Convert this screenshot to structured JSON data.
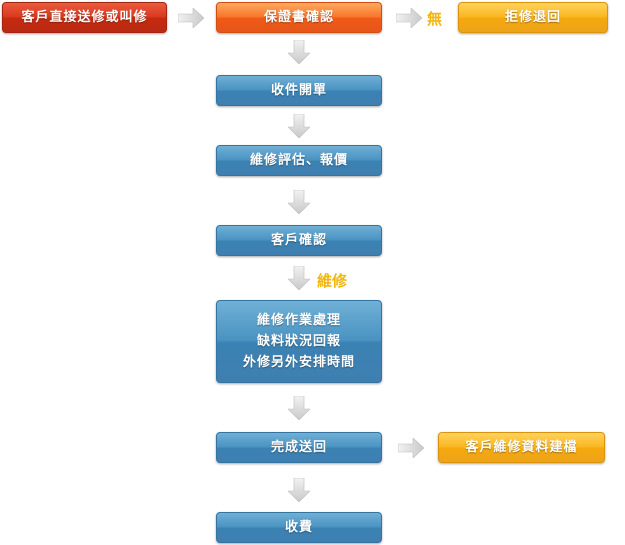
{
  "nodes": {
    "customer_send": "客戶直接送修或叫修",
    "warranty_confirm": "保證書確認",
    "reject_return": "拒修退回",
    "receive_order": "收件開單",
    "evaluate_quote": "維修評估、報價",
    "customer_confirm": "客戶確認",
    "repair_process": [
      "維修作業處理",
      "缺料狀況回報",
      "外修另外安排時間"
    ],
    "complete_return": "完成送回",
    "customer_record": "客戶維修資料建檔",
    "charge": "收費"
  },
  "labels": {
    "none": "無",
    "repair": "維修"
  },
  "colors": {
    "start_red": "#c72a10",
    "check_orange": "#f05a16",
    "side_yellow": "#f5a90c",
    "step_blue": "#3a82b3",
    "label_yellow": "#f3b60f",
    "arrow_gray": "#d5d5d5"
  }
}
